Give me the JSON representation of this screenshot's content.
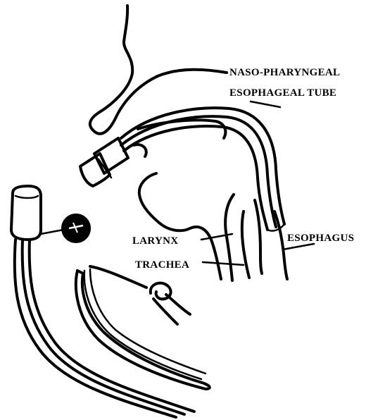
{
  "labels": {
    "naso_line1": "NASO-PHARYNGEAL",
    "naso_line2": "ESOPHAGEAL TUBE",
    "larynx": "LARYNX",
    "trachea": "TRACHEA",
    "esophagus": "ESOPHAGUS"
  }
}
